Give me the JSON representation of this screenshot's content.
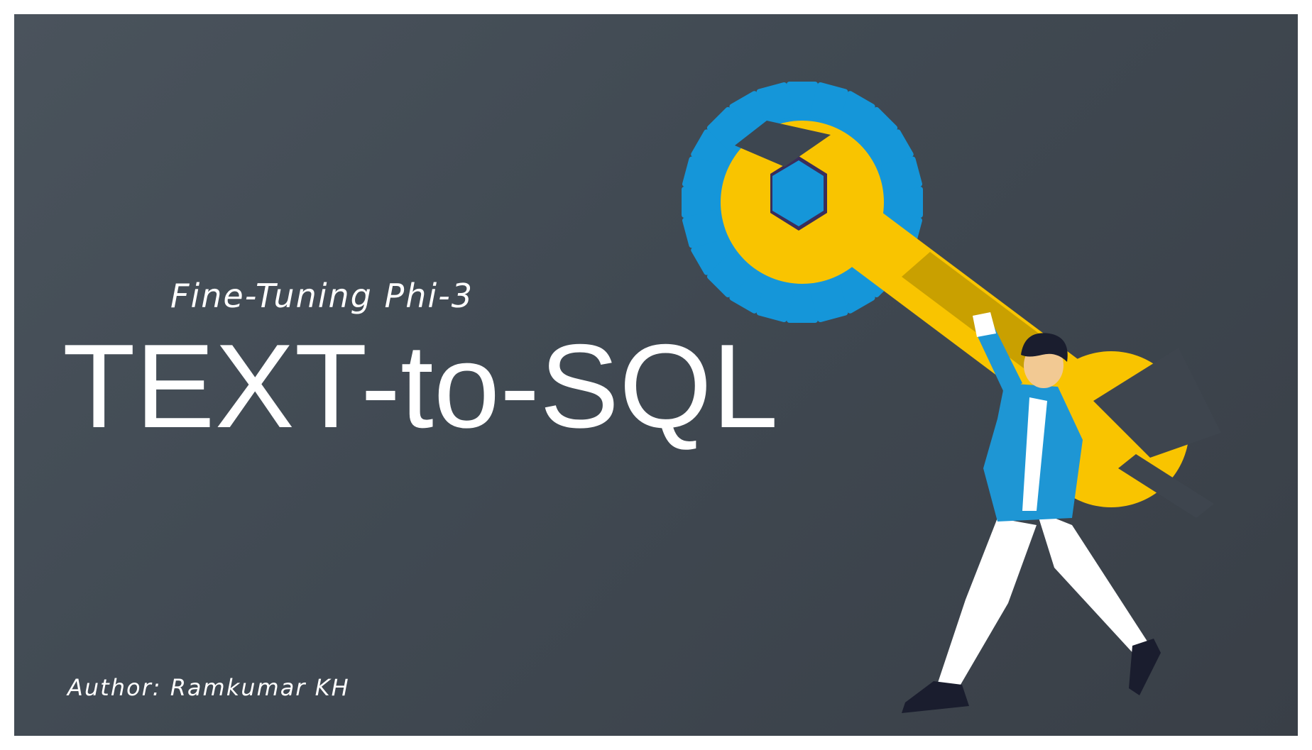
{
  "slide": {
    "subtitle": "Fine-Tuning Phi-3",
    "title": "TEXT-to-SQL",
    "author": "Author: Ramkumar KH"
  },
  "illustration": {
    "gear_icon": "gear-icon",
    "wrench_icon": "wrench-icon",
    "person_icon": "person-carrying-wrench"
  },
  "colors": {
    "background": "#444c55",
    "gear": "#1596d9",
    "wrench": "#f9c400",
    "jacket": "#1e96d4",
    "text": "#ffffff"
  }
}
